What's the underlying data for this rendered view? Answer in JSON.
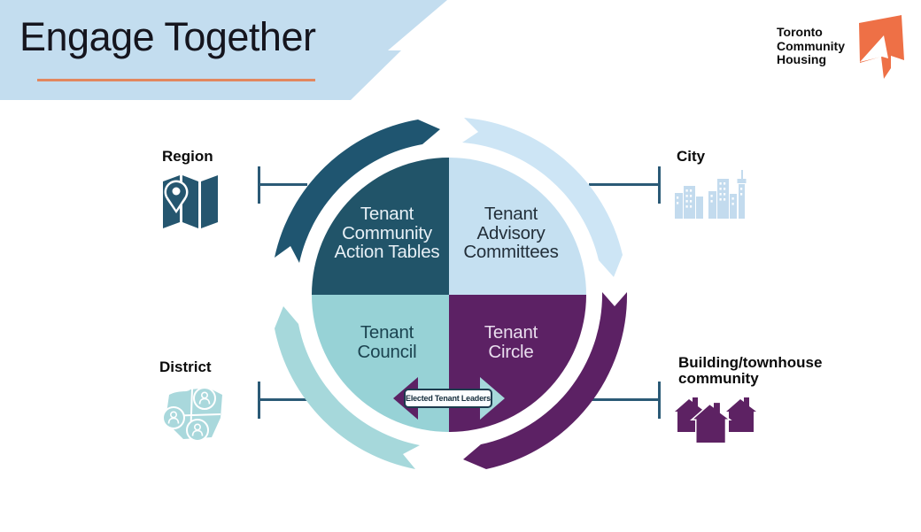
{
  "header": {
    "title": "Engage Together"
  },
  "logo": {
    "text": "Toronto\nCommunity\nHousing"
  },
  "diagram": {
    "quadrants": [
      {
        "id": "tenant-community-action-tables",
        "label": "Tenant\nCommunity\nAction Tables",
        "color": "#215469",
        "text_color": "#e7f0f6"
      },
      {
        "id": "tenant-advisory-committees",
        "label": "Tenant\nAdvisory\nCommittees",
        "color": "#c5e0f1",
        "text_color": "#232f3a"
      },
      {
        "id": "tenant-council",
        "label": "Tenant\nCouncil",
        "color": "#97d2d6",
        "text_color": "#1c4350"
      },
      {
        "id": "tenant-circle",
        "label": "Tenant\nCircle",
        "color": "#5c2164",
        "text_color": "#e9ddee"
      }
    ],
    "center_badge": "Elected Tenant Leaders",
    "context_labels": {
      "region": "Region",
      "city": "City",
      "district": "District",
      "building": "Building/townhouse\ncommunity"
    }
  },
  "colors": {
    "banner": "#c3ddef",
    "accent_orange": "#e2875e",
    "logo_orange": "#ee7046",
    "dark_teal": "#215469",
    "light_blue": "#c5e0f1",
    "light_teal": "#97d2d6",
    "purple": "#5c2164",
    "connector": "#2b5a76"
  }
}
